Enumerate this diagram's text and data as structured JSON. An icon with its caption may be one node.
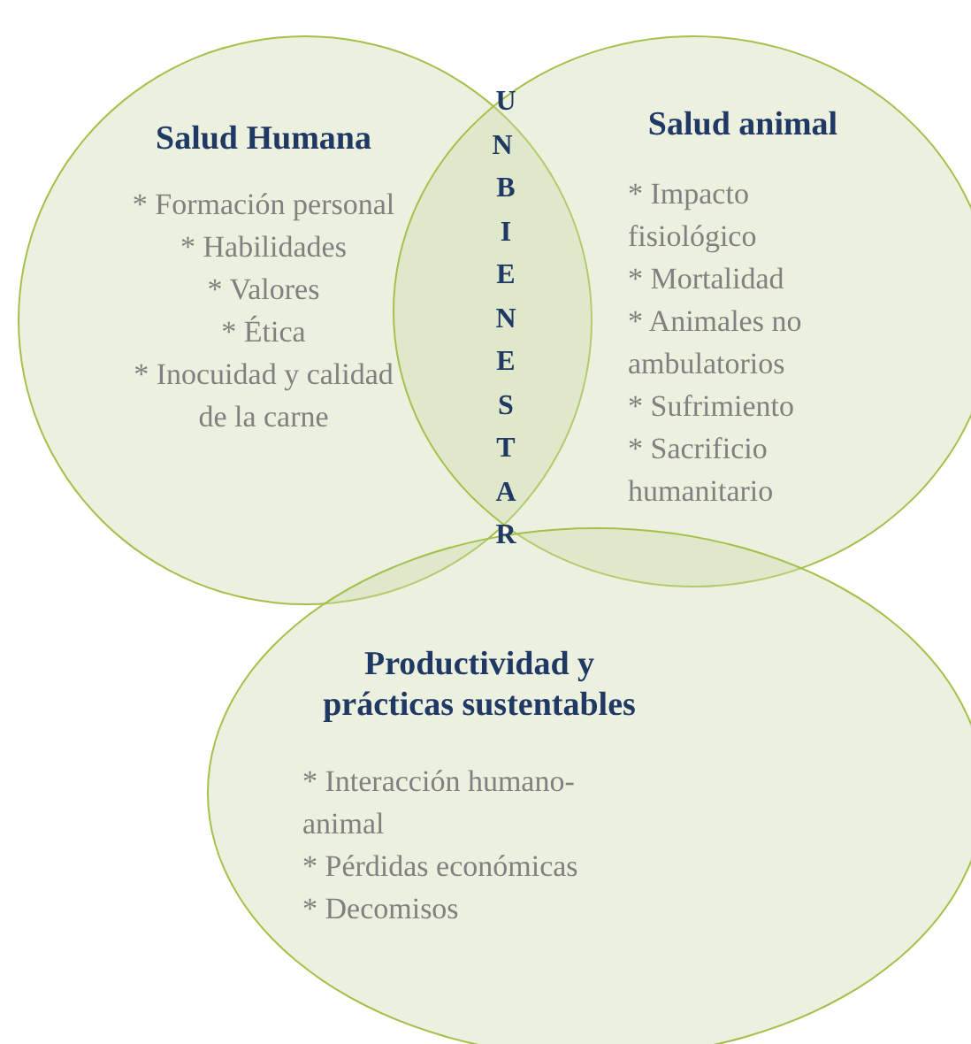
{
  "diagram": {
    "nodes": [
      {
        "text": [
          "Salud Humana",
          "* Formación personal",
          "* Habilidades",
          "* Valores",
          "* Ética",
          "* Inocuidad y calidad de la carne"
        ]
      },
      {
        "text": [
          "Salud animal",
          "* Impacto fisiológico",
          "* Mortalidad",
          "* Animales no ambulatorios",
          "* Sufrimiento",
          "* Sacrificio humanitario"
        ]
      },
      {
        "text": [
          "Productividad y prácticas sustentables",
          "* Interacción humano-animal",
          "* Pérdidas económicas",
          "* Decomisos"
        ]
      }
    ],
    "labels": [
      "UN BIENESTAR"
    ]
  }
}
